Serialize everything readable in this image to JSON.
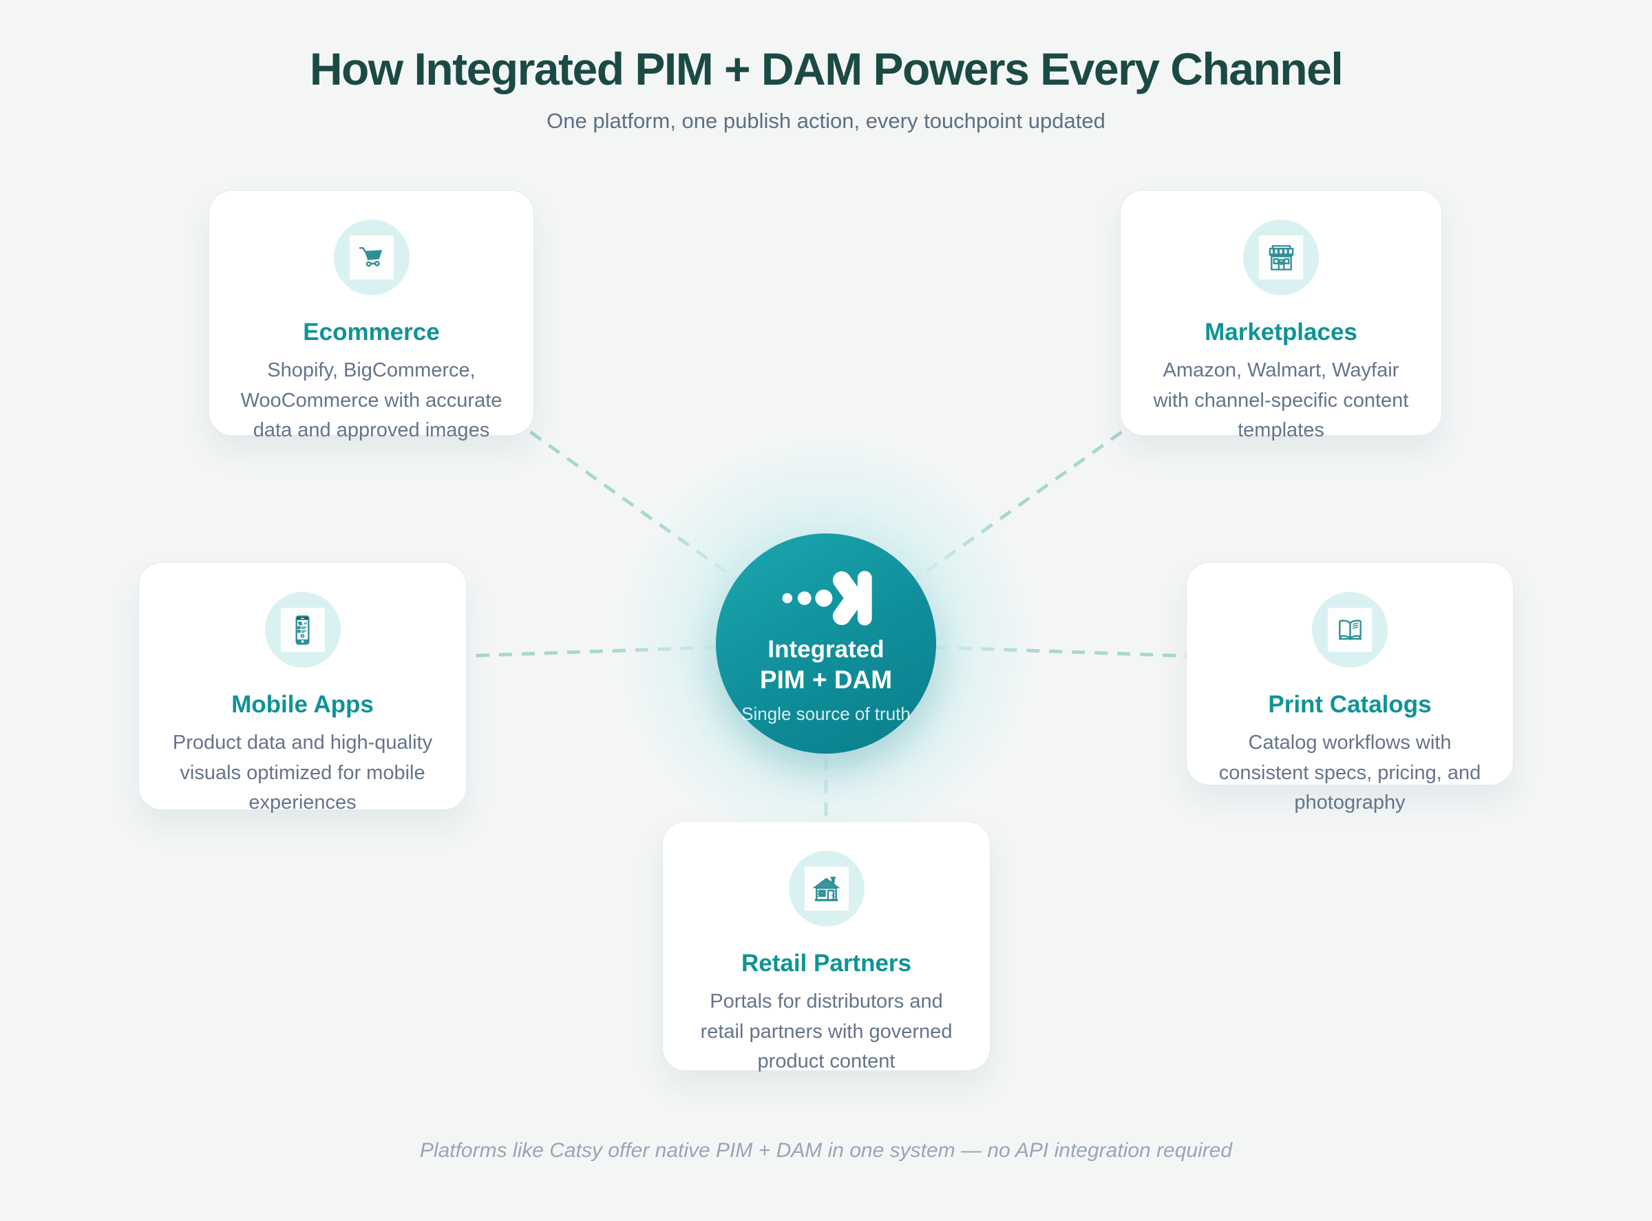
{
  "page": {
    "title": "How Integrated PIM + DAM Powers Every Channel",
    "subtitle": "One platform, one publish action, every touchpoint updated",
    "footer_note": "Platforms like Catsy offer native PIM + DAM in one system — no API integration required"
  },
  "hub": {
    "logo_icon": "catsy-dots-arrow-logo",
    "title_line1": "Integrated",
    "title_line2": "PIM + DAM",
    "subtitle": "Single source of truth"
  },
  "channels": [
    {
      "id": "ecommerce",
      "icon": "shopping-cart-icon",
      "title": "Ecommerce",
      "description": "Shopify, BigCommerce, WooCommerce with accurate data and approved images"
    },
    {
      "id": "marketplaces",
      "icon": "storefront-icon",
      "title": "Marketplaces",
      "description": "Amazon, Walmart, Wayfair with channel-specific content templates"
    },
    {
      "id": "mobile-apps",
      "icon": "smartphone-icon",
      "title": "Mobile Apps",
      "description": "Product data and high-quality visuals optimized for mobile experiences"
    },
    {
      "id": "print-catalogs",
      "icon": "open-book-icon",
      "title": "Print Catalogs",
      "description": "Catalog workflows with consistent specs, pricing, and photography"
    },
    {
      "id": "retail-partners",
      "icon": "house-icon",
      "title": "Retail Partners",
      "description": "Portals for distributors and retail partners with governed product content"
    }
  ],
  "colors": {
    "background": "#f4f6f6",
    "heading": "#1b4a45",
    "body_text": "#64748b",
    "accent_teal": "#0e9396",
    "hub_gradient_start": "#1ca7af",
    "hub_gradient_end": "#0a7e8b",
    "connector_dash": "#a8d7d1",
    "icon_circle_bg": "#daf1f2",
    "card_bg": "#ffffff"
  }
}
